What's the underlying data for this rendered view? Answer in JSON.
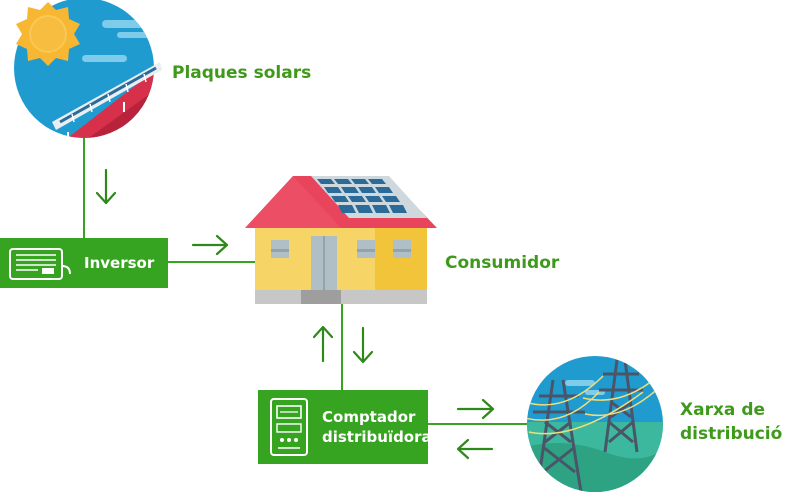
{
  "nodes": {
    "solar_label": "Plaques solars",
    "inverter_label": "Inversor",
    "consumer_label": "Consumidor",
    "meter_label_line1": "Comptador",
    "meter_label_line2": "distribuïdora",
    "grid_label_line1": "Xarxa de",
    "grid_label_line2": "distribució"
  },
  "colors": {
    "green": "#36a420",
    "label_green": "#3f9a1b",
    "arrow_green": "#2e8a18",
    "sky_blue": "#1f9bd0",
    "roof_red": "#e8455c",
    "wall_yellow": "#f2c43a",
    "panel_blue": "#2a6b99",
    "sun_yellow": "#f7b733",
    "grid_teal": "#3bb89d"
  },
  "icons": [
    "sun-icon",
    "solar-panel-icon",
    "inverter-icon",
    "house-icon",
    "meter-icon",
    "power-tower-icon",
    "arrow-down-icon",
    "arrow-right-icon",
    "arrow-up-icon",
    "arrow-left-icon"
  ]
}
